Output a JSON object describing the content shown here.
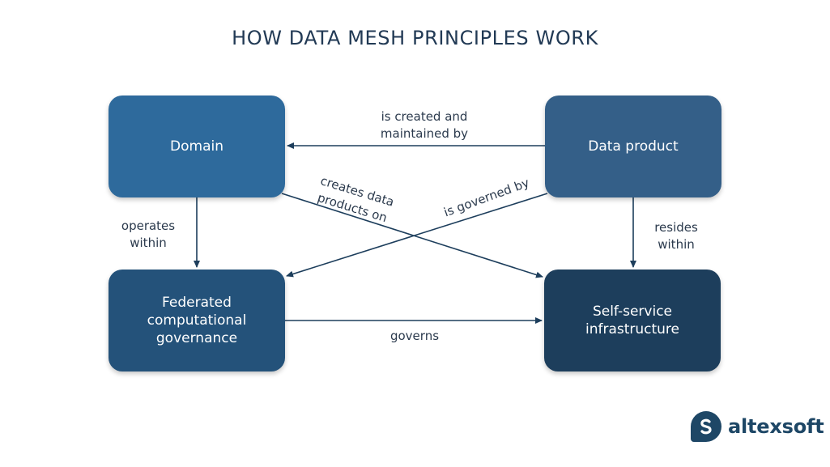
{
  "title": "HOW DATA MESH PRINCIPLES WORK",
  "nodes": {
    "domain": {
      "label": "Domain",
      "color": "#2e6a9c"
    },
    "product": {
      "label": "Data product",
      "color": "#345f88"
    },
    "federated": {
      "label": "Federated\ncomputational\ngovernance",
      "color": "#24527a"
    },
    "self": {
      "label": "Self-service\ninfrastructure",
      "color": "#1d3e5c"
    }
  },
  "edges": {
    "created_maintained": "is created and\nmaintained by",
    "operates_within": "operates\nwithin",
    "resides_within": "resides\nwithin",
    "governs": "governs",
    "creates_data_products": "creates data\nproducts on",
    "is_governed_by": "is governed by"
  },
  "colors": {
    "arrow": "#1d3e5c",
    "title": "#223a55",
    "brand": "#1e4766"
  },
  "brand": {
    "name": "altexsoft",
    "icon": "altexsoft-logo-icon"
  }
}
